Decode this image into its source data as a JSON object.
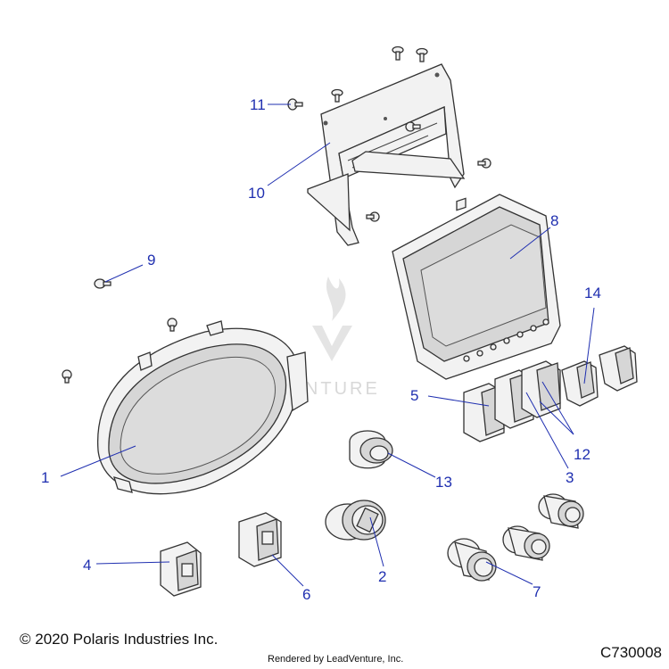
{
  "watermark": {
    "text": "LEADVENTURE"
  },
  "callouts": [
    {
      "id": "1",
      "label": "1"
    },
    {
      "id": "2",
      "label": "2"
    },
    {
      "id": "3",
      "label": "3"
    },
    {
      "id": "4",
      "label": "4"
    },
    {
      "id": "5",
      "label": "5"
    },
    {
      "id": "6",
      "label": "6"
    },
    {
      "id": "7",
      "label": "7"
    },
    {
      "id": "8",
      "label": "8"
    },
    {
      "id": "9",
      "label": "9"
    },
    {
      "id": "10",
      "label": "10"
    },
    {
      "id": "11",
      "label": "11"
    },
    {
      "id": "12",
      "label": "12"
    },
    {
      "id": "13",
      "label": "13"
    },
    {
      "id": "14",
      "label": "14"
    }
  ],
  "footer": {
    "copyright": "© 2020 Polaris Industries Inc.",
    "rendered_by": "Rendered by LeadVenture, Inc.",
    "diagram_code": "C730008"
  }
}
